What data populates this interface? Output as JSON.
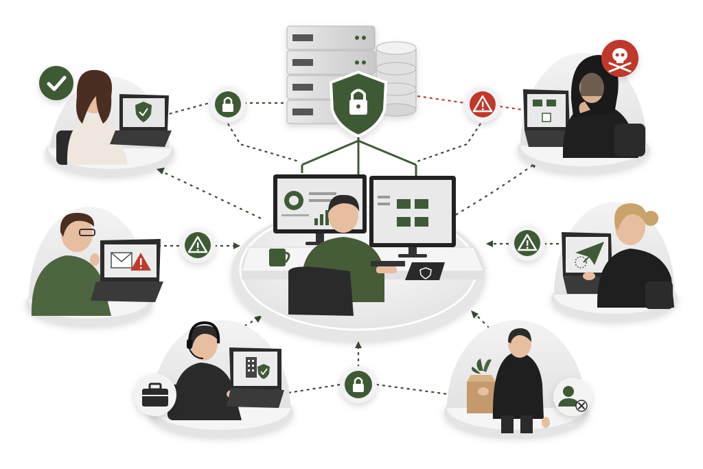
{
  "colors": {
    "accent": "#3e5a36",
    "danger": "#c0392b",
    "platform": "#eeeeee",
    "skin": "#e7bea0",
    "dark_clothing": "#1f1f1f",
    "green_clothing": "#455c37",
    "connector": "#3a4a32"
  },
  "nodes": [
    {
      "id": "approved-user",
      "icons": [
        "check-badge-icon",
        "laptop-shield-icon"
      ]
    },
    {
      "id": "hacker",
      "icons": [
        "skull-crossbones-icon",
        "laptop-folders-icon"
      ]
    },
    {
      "id": "phishing-target",
      "icons": [
        "laptop-email-warning-icon"
      ]
    },
    {
      "id": "file-sender",
      "icons": [
        "laptop-paper-plane-icon"
      ]
    },
    {
      "id": "remote-worker",
      "icons": [
        "briefcase-icon",
        "laptop-building-check-icon",
        "headset-icon"
      ]
    },
    {
      "id": "departing-employee",
      "icons": [
        "box-plant-icon",
        "user-remove-icon"
      ]
    },
    {
      "id": "security-admin",
      "icons": [
        "monitor-chart-icon",
        "monitor-folders-icon",
        "tablet-shield-icon",
        "mug-icon"
      ]
    }
  ],
  "connectors": [
    {
      "id": "lock-left",
      "icon": "lock-icon"
    },
    {
      "id": "warning-red",
      "icon": "warning-icon"
    },
    {
      "id": "warning-left",
      "icon": "warning-icon"
    },
    {
      "id": "lock-right",
      "icon": "lock-icon"
    },
    {
      "id": "lock-bottom",
      "icon": "lock-icon"
    }
  ],
  "server": {
    "icons": [
      "server-rack-icon",
      "database-icon",
      "shield-lock-icon"
    ]
  }
}
